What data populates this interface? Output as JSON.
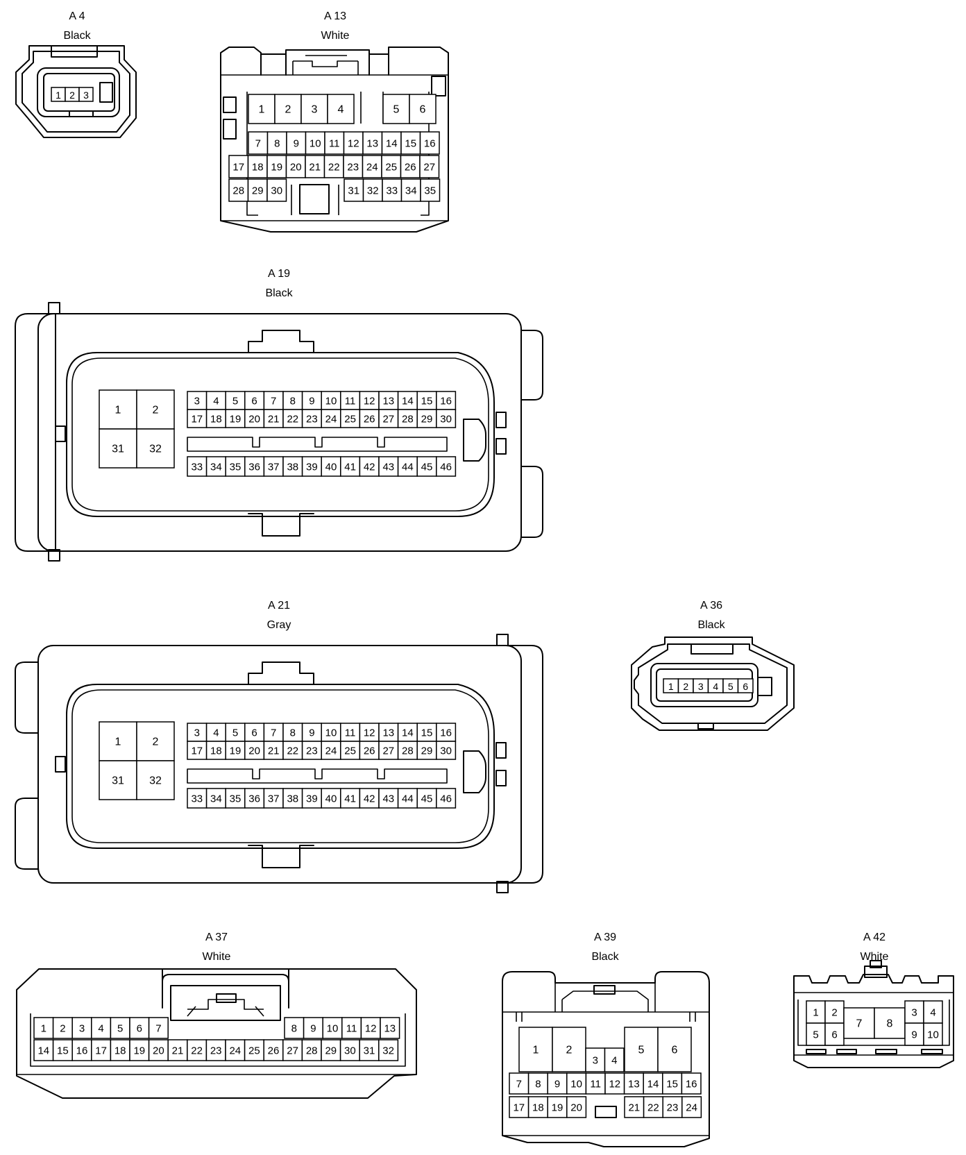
{
  "connectors": [
    {
      "id": "A4",
      "name": "A 4",
      "color": "Black",
      "pins": [
        1,
        2,
        3
      ]
    },
    {
      "id": "A13",
      "name": "A 13",
      "color": "White",
      "pins": [
        1,
        2,
        3,
        4,
        5,
        6,
        7,
        8,
        9,
        10,
        11,
        12,
        13,
        14,
        15,
        16,
        17,
        18,
        19,
        20,
        21,
        22,
        23,
        24,
        25,
        26,
        27,
        28,
        29,
        30,
        31,
        32,
        33,
        34,
        35
      ]
    },
    {
      "id": "A19",
      "name": "A 19",
      "color": "Black",
      "pins": [
        1,
        2,
        31,
        32,
        3,
        4,
        5,
        6,
        7,
        8,
        9,
        10,
        11,
        12,
        13,
        14,
        15,
        16,
        17,
        18,
        19,
        20,
        21,
        22,
        23,
        24,
        25,
        26,
        27,
        28,
        29,
        30,
        33,
        34,
        35,
        36,
        37,
        38,
        39,
        40,
        41,
        42,
        43,
        44,
        45,
        46
      ]
    },
    {
      "id": "A21",
      "name": "A 21",
      "color": "Gray",
      "pins": [
        1,
        2,
        31,
        32,
        3,
        4,
        5,
        6,
        7,
        8,
        9,
        10,
        11,
        12,
        13,
        14,
        15,
        16,
        17,
        18,
        19,
        20,
        21,
        22,
        23,
        24,
        25,
        26,
        27,
        28,
        29,
        30,
        33,
        34,
        35,
        36,
        37,
        38,
        39,
        40,
        41,
        42,
        43,
        44,
        45,
        46
      ]
    },
    {
      "id": "A36",
      "name": "A 36",
      "color": "Black",
      "pins": [
        1,
        2,
        3,
        4,
        5,
        6
      ]
    },
    {
      "id": "A37",
      "name": "A 37",
      "color": "White",
      "pins": [
        1,
        2,
        3,
        4,
        5,
        6,
        7,
        8,
        9,
        10,
        11,
        12,
        13,
        14,
        15,
        16,
        17,
        18,
        19,
        20,
        21,
        22,
        23,
        24,
        25,
        26,
        27,
        28,
        29,
        30,
        31,
        32
      ]
    },
    {
      "id": "A39",
      "name": "A 39",
      "color": "Black",
      "pins": [
        1,
        2,
        3,
        4,
        5,
        6,
        7,
        8,
        9,
        10,
        11,
        12,
        13,
        14,
        15,
        16,
        17,
        18,
        19,
        20,
        21,
        22,
        23,
        24
      ]
    },
    {
      "id": "A42",
      "name": "A 42",
      "color": "White",
      "pins": [
        1,
        2,
        3,
        4,
        5,
        6,
        7,
        8,
        9,
        10
      ]
    }
  ]
}
